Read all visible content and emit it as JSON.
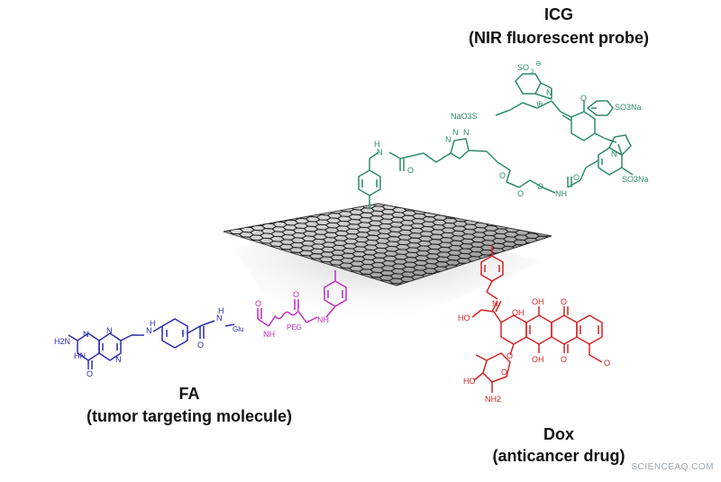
{
  "labels": {
    "icg_title": "ICG",
    "icg_sub": "(NIR fluorescent probe)",
    "fa_title": "FA",
    "fa_sub": "(tumor targeting molecule)",
    "dox_title": "Dox",
    "dox_sub": "(anticancer drug)"
  },
  "chem": {
    "so3": "SO",
    "so3_sub": "3",
    "so3na": "SO3Na",
    "nao3s": "NaO3S",
    "n": "N",
    "nh": "NH",
    "h": "H",
    "o": "O",
    "oh": "OH",
    "h2n": "H2N",
    "hn": "HN",
    "glu": "Glu",
    "peg": "PEG",
    "nh2": "NH2",
    "ho": "HO",
    "minus": "⊖",
    "plus": "⊕"
  },
  "watermark": "SCIENCEAQ.COM",
  "colors": {
    "icg": "#2e8b6a",
    "fa": "#2a2ab0",
    "peg": "#c02cc0",
    "dox": "#d42424",
    "graphene": "#222222"
  }
}
